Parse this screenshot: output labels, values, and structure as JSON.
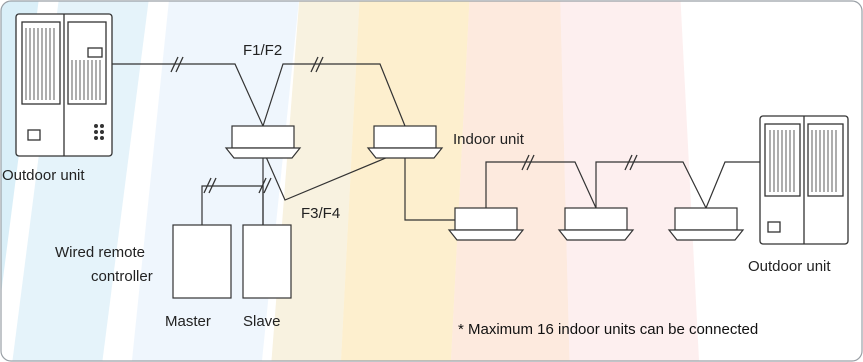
{
  "labels": {
    "bus_f1f2": "F1/F2",
    "bus_f3f4": "F3/F4",
    "outdoor_left": "Outdoor unit",
    "outdoor_right": "Outdoor unit",
    "indoor": "Indoor unit",
    "wired_remote_line1": "Wired remote",
    "wired_remote_line2": "controller",
    "master": "Master",
    "slave": "Slave"
  },
  "footnote": "* Maximum 16 indoor units can be connected",
  "colors": {
    "stripe_cyan": "#c6e9f7",
    "stripe_blue": "#d6e6f7",
    "stripe_yellow": "#fbe7b5",
    "stripe_orange": "#fbd3bf",
    "stripe_red": "#f8c9c9",
    "line": "#333333",
    "frame": "#9aa0a6"
  }
}
